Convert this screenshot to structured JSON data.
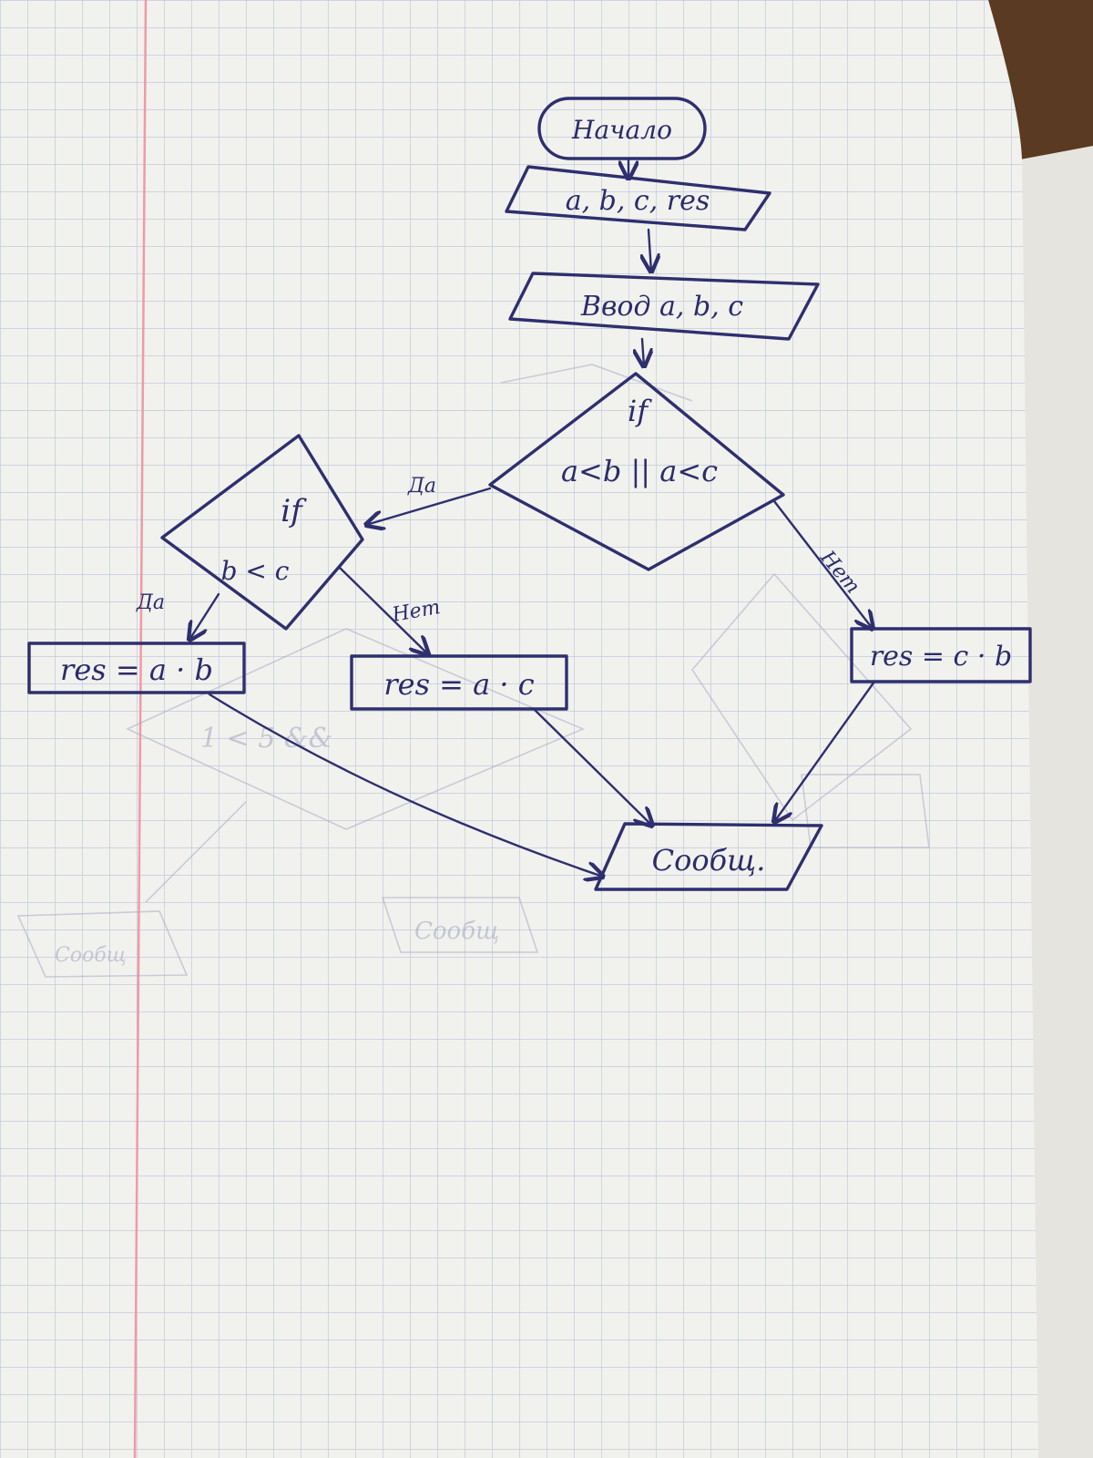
{
  "flowchart": {
    "start": "Начало",
    "declare": "a, b, c, res",
    "input": "Ввод a, b, c",
    "condition1": {
      "keyword": "if",
      "expr": "a<b || a<c"
    },
    "condition2": {
      "keyword": "if",
      "expr": "b < c"
    },
    "assign_ab": "res = a · b",
    "assign_ac": "res = a · c",
    "assign_cb": "res = c · b",
    "output": "Сообщ.",
    "edge_labels": {
      "yes1": "Да",
      "no1": "Нет",
      "yes2": "Да",
      "no2": "Нет"
    }
  },
  "colors": {
    "ink": "#2e2f6e",
    "paper": "#f1f1ee",
    "grid": "#b9c3d6",
    "margin_line": "#f09aa6",
    "desk": "#5a3a22"
  }
}
